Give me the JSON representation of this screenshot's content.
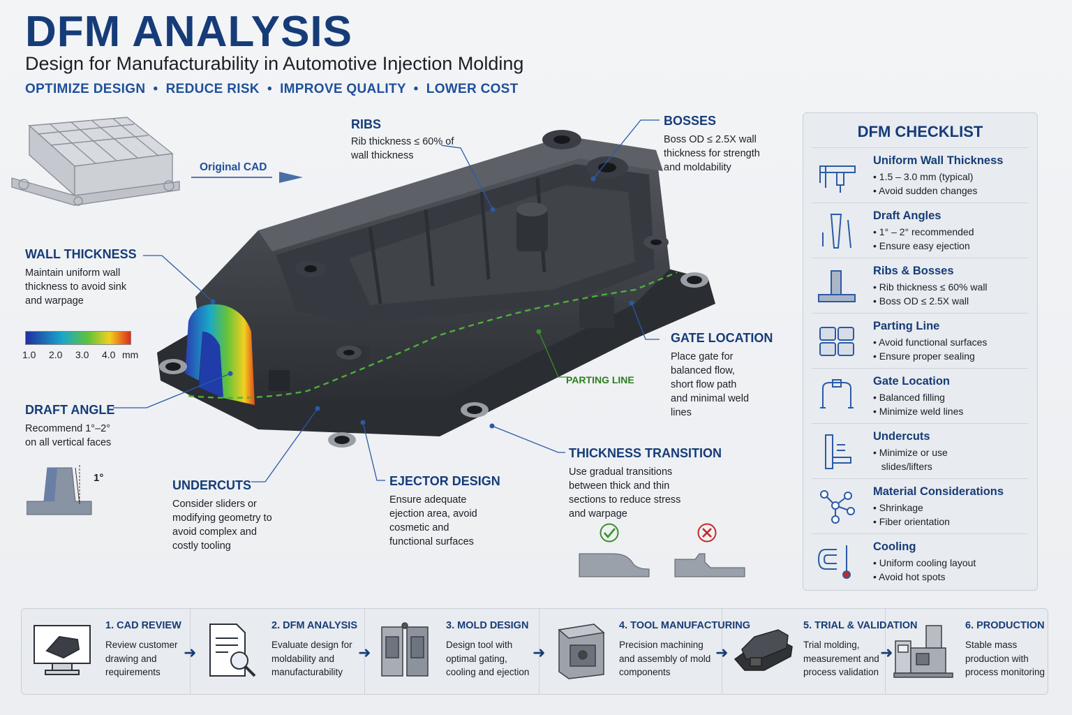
{
  "header": {
    "title": "DFM ANALYSIS",
    "subtitle": "Design for Manufacturability in Automotive Injection Molding",
    "tagline": "OPTIMIZE DESIGN  •  REDUCE RISK  •  IMPROVE QUALITY  •  LOWER COST"
  },
  "cad": {
    "label": "Original CAD"
  },
  "callouts": {
    "ribs": {
      "title": "RIBS",
      "text": "Rib thickness ≤ 60% of wall thickness"
    },
    "bosses": {
      "title": "BOSSES",
      "text": "Boss OD ≤ 2.5X wall thickness for strength and moldability"
    },
    "wall": {
      "title": "WALL THICKNESS",
      "text": "Maintain uniform wall thickness to avoid sink and warpage"
    },
    "gate": {
      "title": "GATE LOCATION",
      "text": "Place gate for balanced flow, short flow path and minimal weld lines"
    },
    "parting": {
      "title": "PARTING LINE"
    },
    "draft": {
      "title": "DRAFT ANGLE",
      "text": "Recommend 1°–2° on all vertical faces",
      "angle_label": "1°"
    },
    "undercuts": {
      "title": "UNDERCUTS",
      "text": "Consider sliders or modifying geometry to avoid complex and costly tooling"
    },
    "ejector": {
      "title": "EJECTOR DESIGN",
      "text": "Ensure adequate ejection area, avoid cosmetic and functional surfaces"
    },
    "transition": {
      "title": "THICKNESS TRANSITION",
      "text": "Use gradual transitions between thick and thin sections to reduce stress and warpage",
      "good_icon": "check-icon",
      "bad_icon": "x-icon"
    }
  },
  "thickness_scale": {
    "ticks": [
      "1.0",
      "2.0",
      "3.0",
      "4.0"
    ],
    "unit": "mm"
  },
  "checklist": {
    "title": "DFM CHECKLIST",
    "items": [
      {
        "icon": "caliper-icon",
        "title": "Uniform Wall Thickness",
        "b1": "• 1.5 – 3.0 mm (typical)",
        "b2": "• Avoid sudden changes"
      },
      {
        "icon": "draft-icon",
        "title": "Draft Angles",
        "b1": "• 1° – 2° recommended",
        "b2": "• Ensure easy ejection"
      },
      {
        "icon": "rib-icon",
        "title": "Ribs & Bosses",
        "b1": "• Rib thickness ≤ 60% wall",
        "b2": "• Boss OD ≤ 2.5X wall"
      },
      {
        "icon": "parting-icon",
        "title": "Parting Line",
        "b1": "• Avoid functional surfaces",
        "b2": "• Ensure proper sealing"
      },
      {
        "icon": "gate-icon",
        "title": "Gate Location",
        "b1": "• Balanced filling",
        "b2": "• Minimize weld lines"
      },
      {
        "icon": "undercut-icon",
        "title": "Undercuts",
        "b1": "• Minimize or use",
        "b2": "   slides/lifters"
      },
      {
        "icon": "molecule-icon",
        "title": "Material Considerations",
        "b1": "• Shrinkage",
        "b2": "• Fiber orientation"
      },
      {
        "icon": "cooling-icon",
        "title": "Cooling",
        "b1": "• Uniform cooling layout",
        "b2": "• Avoid hot spots"
      }
    ]
  },
  "process": [
    {
      "icon": "monitor-icon",
      "title": "1. CAD REVIEW",
      "text": "Review customer drawing and requirements"
    },
    {
      "icon": "document-search-icon",
      "title": "2. DFM ANALYSIS",
      "text": "Evaluate design for moldability and manufacturability"
    },
    {
      "icon": "mold-icon",
      "title": "3. MOLD DESIGN",
      "text": "Design tool with optimal gating, cooling and ejection"
    },
    {
      "icon": "tool-block-icon",
      "title": "4. TOOL MANUFACTURING",
      "text": "Precision machining and assembly of mold components"
    },
    {
      "icon": "part-icon",
      "title": "5. TRIAL & VALIDATION",
      "text": "Trial molding, measurement and process validation"
    },
    {
      "icon": "machine-icon",
      "title": "6. PRODUCTION",
      "text": "Stable mass production with process monitoring"
    }
  ],
  "colors": {
    "navy": "#163c78",
    "accent": "#1f4f9a",
    "green": "#3a8f2a",
    "red": "#c62828",
    "part": "#3b3f45"
  }
}
